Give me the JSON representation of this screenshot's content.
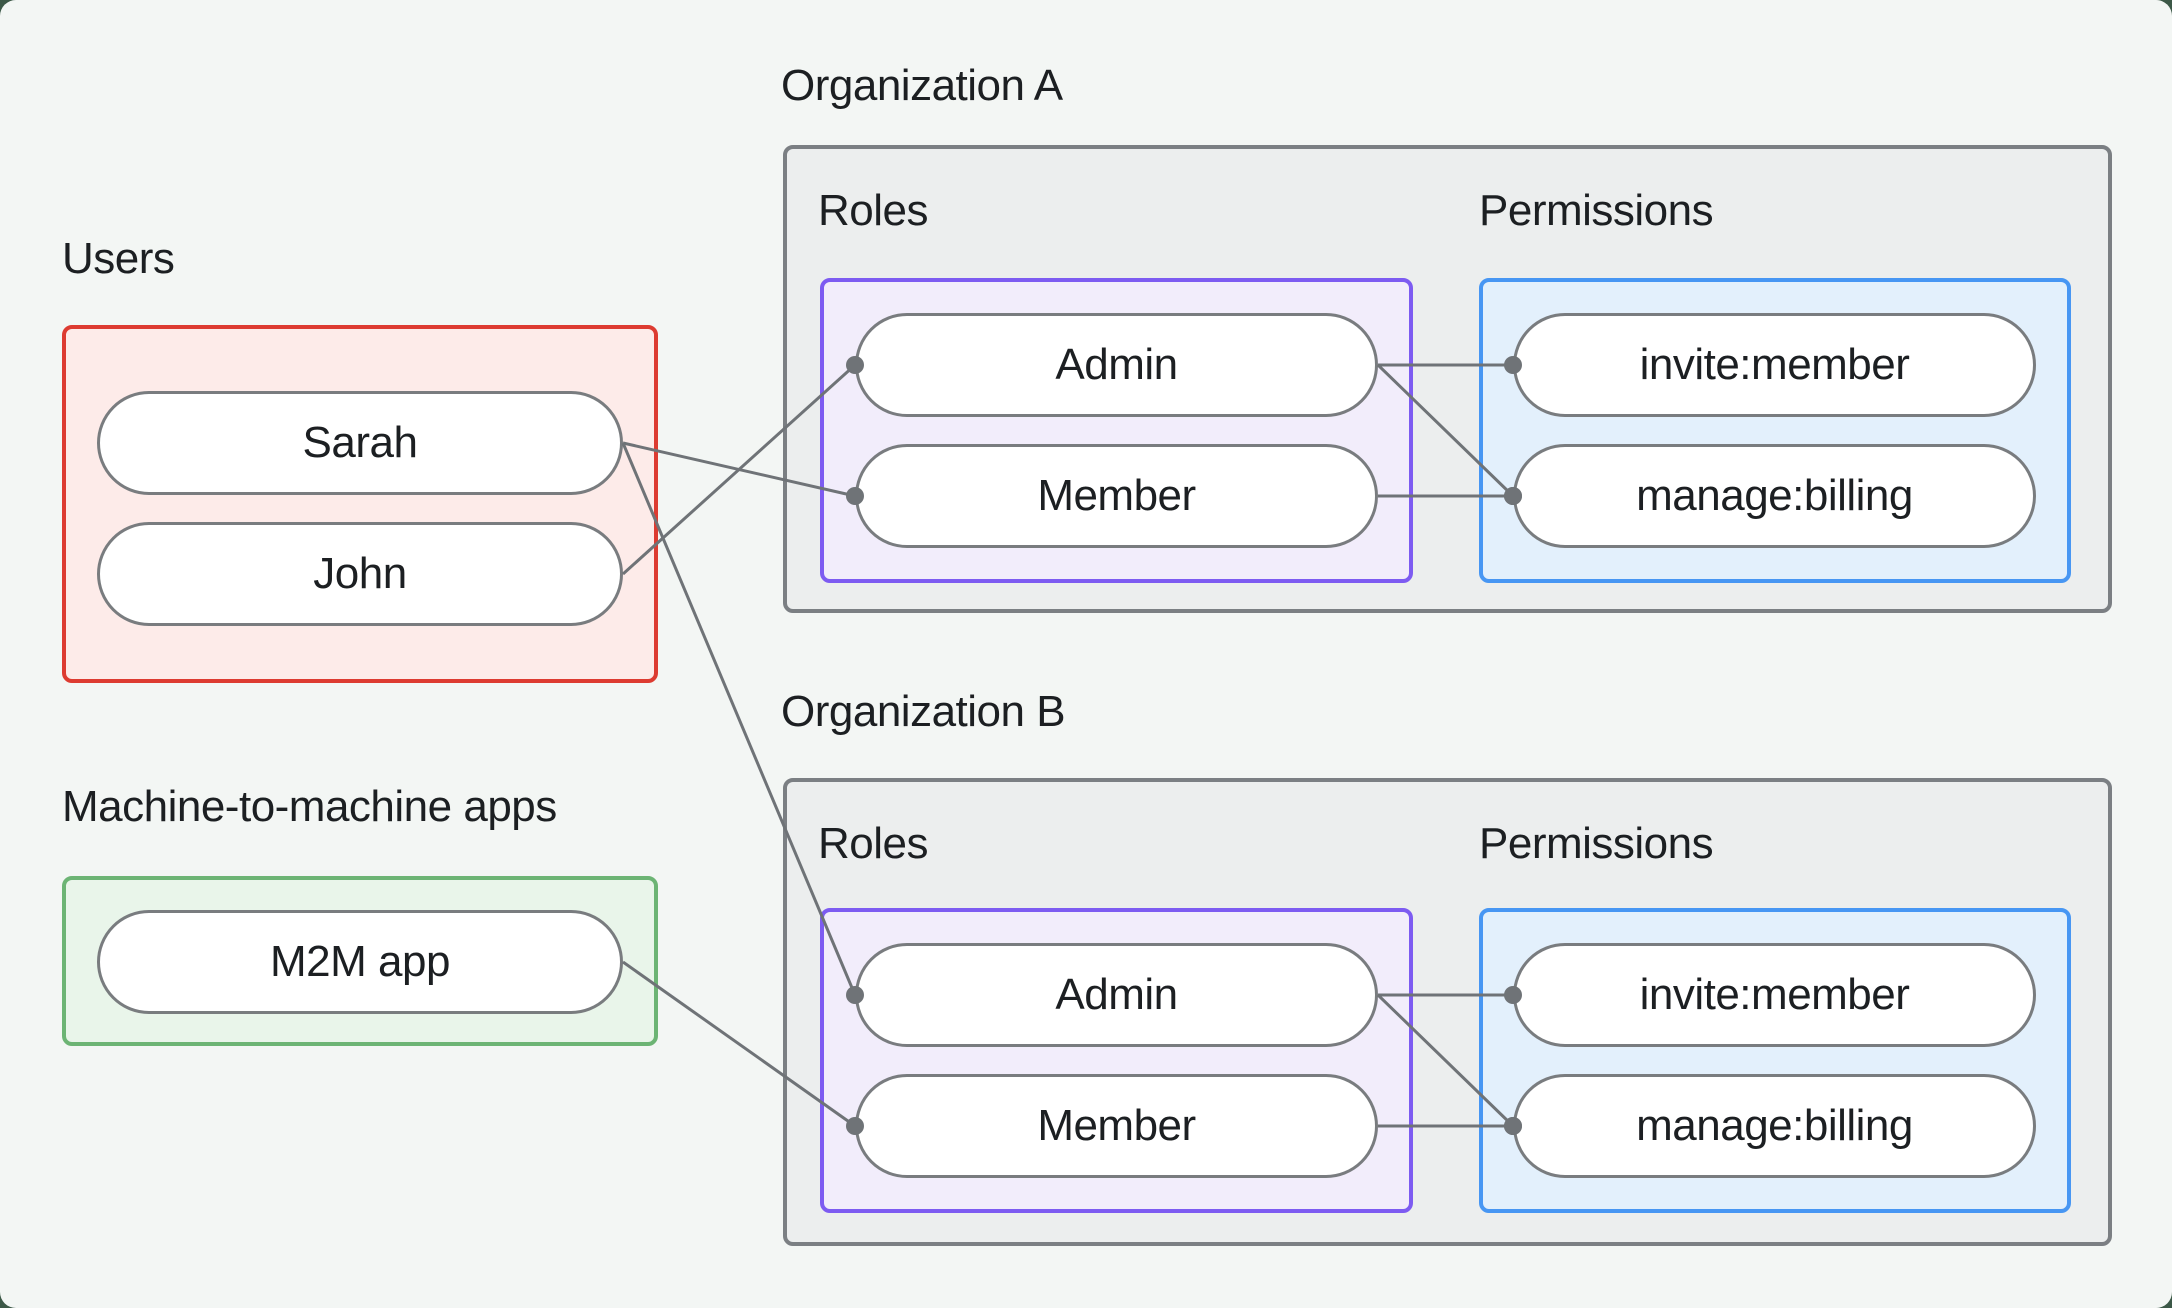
{
  "users": {
    "label": "Users",
    "items": [
      {
        "id": "sarah",
        "label": "Sarah"
      },
      {
        "id": "john",
        "label": "John"
      }
    ]
  },
  "m2m": {
    "label": "Machine-to-machine apps",
    "items": [
      {
        "id": "m2m",
        "label": "M2M app"
      }
    ]
  },
  "organizations": [
    {
      "label": "Organization A",
      "roles_label": "Roles",
      "permissions_label": "Permissions",
      "roles": [
        {
          "id": "orgA-admin",
          "label": "Admin"
        },
        {
          "id": "orgA-member",
          "label": "Member"
        }
      ],
      "permissions": [
        {
          "id": "orgA-invite",
          "label": "invite:member"
        },
        {
          "id": "orgA-billing",
          "label": "manage:billing"
        }
      ]
    },
    {
      "label": "Organization B",
      "roles_label": "Roles",
      "permissions_label": "Permissions",
      "roles": [
        {
          "id": "orgB-admin",
          "label": "Admin"
        },
        {
          "id": "orgB-member",
          "label": "Member"
        }
      ],
      "permissions": [
        {
          "id": "orgB-invite",
          "label": "invite:member"
        },
        {
          "id": "orgB-billing",
          "label": "manage:billing"
        }
      ]
    }
  ],
  "connections": [
    {
      "from": "sarah",
      "to": "orgA-member"
    },
    {
      "from": "john",
      "to": "orgA-admin"
    },
    {
      "from": "sarah",
      "to": "orgB-admin"
    },
    {
      "from": "m2m",
      "to": "orgB-member"
    },
    {
      "from": "orgA-admin",
      "to": "orgA-invite"
    },
    {
      "from": "orgA-admin",
      "to": "orgA-billing"
    },
    {
      "from": "orgA-member",
      "to": "orgA-billing"
    },
    {
      "from": "orgB-admin",
      "to": "orgB-invite"
    },
    {
      "from": "orgB-admin",
      "to": "orgB-billing"
    },
    {
      "from": "orgB-member",
      "to": "orgB-billing"
    }
  ],
  "colors": {
    "page_background": "#3c5847",
    "card_background": "#f3f6f4",
    "users_box_border": "#dd3b31",
    "users_box_fill": "#fdebe9",
    "m2m_box_border": "#6cb474",
    "m2m_box_fill": "#e9f5ea",
    "org_box_border": "#7b7f83",
    "org_box_fill": "#eceeee",
    "roles_box_border": "#7d5bf1",
    "roles_box_fill": "#f2edfb",
    "permissions_box_border": "#4796f3",
    "permissions_box_fill": "#e3f0fc",
    "pill_border": "#797c7f",
    "pill_fill": "#ffffff",
    "line_color": "#6f7377",
    "dot_color": "#6f7377",
    "text_color": "#1c1f22"
  }
}
